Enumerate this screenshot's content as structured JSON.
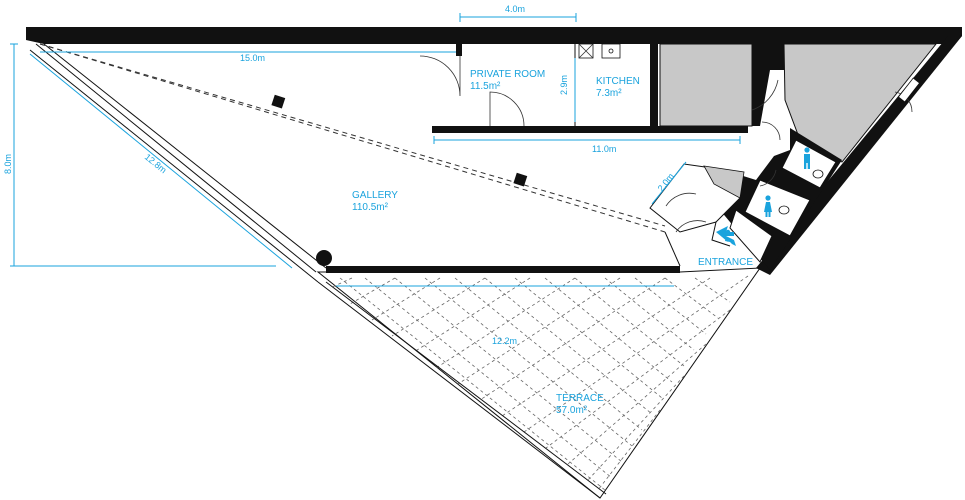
{
  "rooms": {
    "private_room": {
      "name": "PRIVATE ROOM",
      "area": "11.5m²"
    },
    "kitchen": {
      "name": "KITCHEN",
      "area": "7.3m²"
    },
    "gallery": {
      "name": "GALLERY",
      "area": "110.5m²"
    },
    "terrace": {
      "name": "TERRACE",
      "area": "57.0m²"
    },
    "entrance": {
      "name": "ENTRANCE"
    }
  },
  "dimensions": {
    "top_width": "4.0m",
    "gallery_length": "15.0m",
    "room_depth": "2.9m",
    "corridor_length": "11.0m",
    "left_height": "8.0m",
    "diagonal_wall": "12.8m",
    "entrance_width": "2.0m",
    "terrace_edge": "12.2m"
  },
  "colors": {
    "accent": "#1aa3dd",
    "wall": "#111111",
    "service_area": "#c8c8c8"
  },
  "icons": [
    "male-toilet-icon",
    "female-toilet-icon",
    "accessible-icon",
    "entrance-arrow-icon"
  ]
}
